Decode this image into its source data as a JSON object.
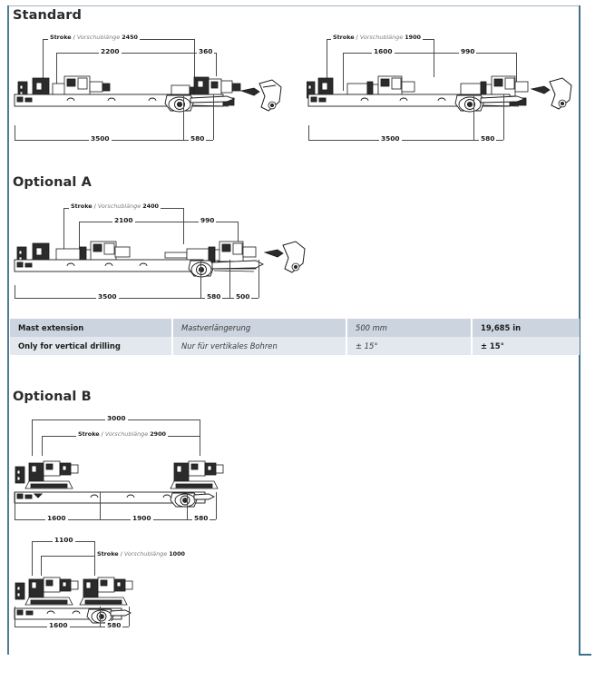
{
  "page": {
    "border_color": "#3f6f8c",
    "background": "#ffffff",
    "text_color": "#231f20"
  },
  "sections": [
    {
      "id": "standard",
      "title": "Standard"
    },
    {
      "id": "optional-a",
      "title": "Optional A"
    },
    {
      "id": "optional-b",
      "title": "Optional B"
    }
  ],
  "labels": {
    "stroke_en": "Stroke",
    "separator": "/",
    "stroke_de": "Vorschublänge"
  },
  "diagrams": {
    "standard_left": {
      "name": "Standard configuration — left view",
      "stroke_value": "2450",
      "upper_dim": "2200",
      "upper_dim_right": "360",
      "base_dim": "3500",
      "tail_dim": "580"
    },
    "standard_right": {
      "name": "Standard configuration — right view",
      "stroke_value": "1900",
      "upper_dim": "1600",
      "upper_dim_right": "990",
      "base_dim": "3500",
      "tail_dim": "580"
    },
    "optional_a": {
      "name": "Optional A configuration",
      "stroke_value": "2400",
      "upper_dim": "2100",
      "upper_dim_right": "990",
      "base_dim": "3500",
      "tail_dim": "580",
      "ext_dim": "500"
    },
    "optional_b_upper": {
      "name": "Optional B configuration — long mast",
      "top_dim": "3000",
      "stroke_value": "2900",
      "base_dim_1": "1600",
      "base_dim_2": "1900",
      "tail_dim": "580"
    },
    "optional_b_lower": {
      "name": "Optional B configuration — short mast",
      "top_dim": "1100",
      "stroke_value": "1000",
      "base_dim_1": "1600",
      "tail_dim": "580"
    }
  },
  "spec_table": {
    "name": "mast-extension-spec-table",
    "rows": [
      {
        "en": "Mast extension",
        "de": "Mastverlängerung",
        "metric": "500 mm",
        "imperial": "19,685 in"
      },
      {
        "en": "Only for vertical drilling",
        "de": "Nur für vertikales Bohren",
        "metric": "± 15°",
        "imperial": "± 15°"
      }
    ]
  }
}
